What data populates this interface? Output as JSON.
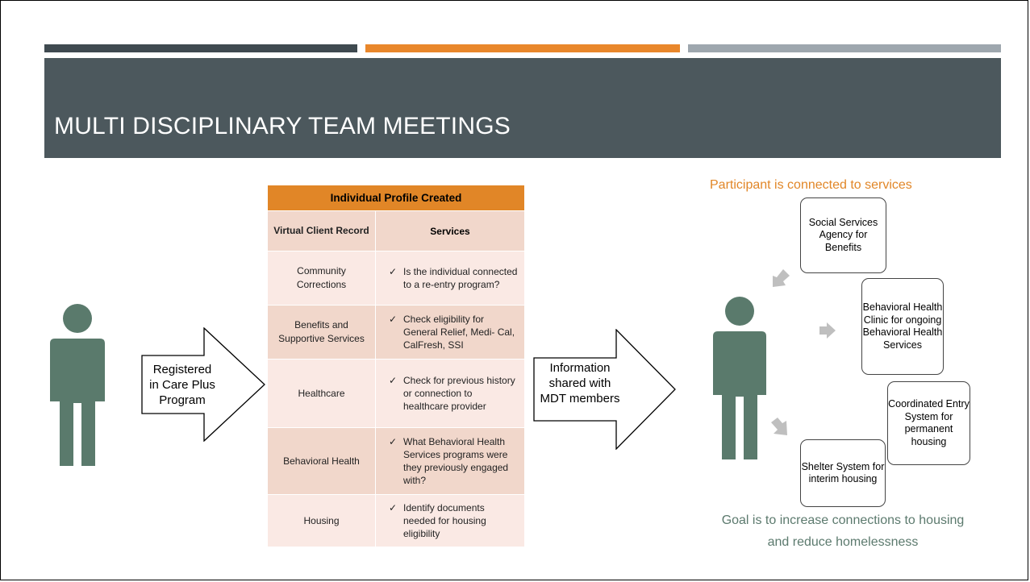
{
  "slide": {
    "title": "MULTI DISCIPLINARY TEAM MEETINGS",
    "colors": {
      "dark_bar": "#3f4a50",
      "orange_bar": "#e9872b",
      "gray_bar": "#9ea7ae",
      "title_band": "#4c585d",
      "person": "#5a7a6c"
    }
  },
  "left_arrow": {
    "text": [
      "Registered",
      "in Care Plus",
      "Program"
    ]
  },
  "profile": {
    "title": "Individual Profile Created",
    "header": {
      "category": "Virtual Client Record",
      "services": "Services"
    },
    "rows": [
      {
        "category": "Community Corrections",
        "services": [
          "Is the individual connected to a re-entry program?"
        ]
      },
      {
        "category": "Benefits and Supportive Services",
        "services": [
          "Check eligibility for General Relief, Medi- Cal, CalFresh, SSI"
        ]
      },
      {
        "category": "Healthcare",
        "services": [
          "Check for previous history or connection to healthcare provider"
        ]
      },
      {
        "category": "Behavioral Health",
        "services": [
          "What Behavioral Health Services programs were they previously engaged with?"
        ]
      },
      {
        "category": "Housing",
        "services": [
          "Identify documents needed for housing eligibility"
        ]
      }
    ],
    "check_glyph": "✓"
  },
  "middle_arrow": {
    "text": [
      "Information",
      "shared with",
      "MDT members"
    ]
  },
  "outcomes": {
    "heading": "Participant is connected to services",
    "services": [
      "Social Services Agency for Benefits",
      "Behavioral Health Clinic for ongoing Behavioral Health Services",
      "Coordinated Entry System for permanent housing",
      "Shelter System for interim housing"
    ],
    "goal": "Goal is to increase connections to housing and reduce homelessness"
  }
}
